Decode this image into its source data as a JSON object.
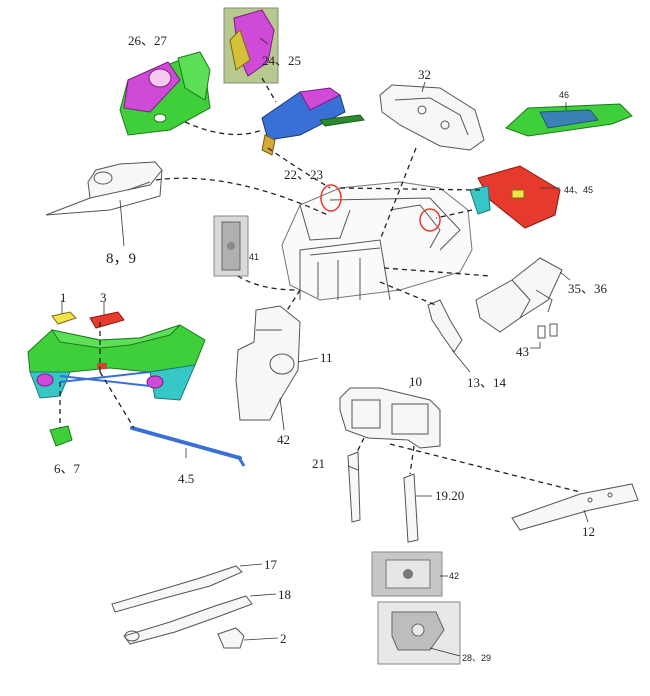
{
  "colors": {
    "green": "#3fcf3a",
    "magenta": "#d04ad8",
    "blue": "#3a6fd6",
    "red": "#e63a2e",
    "yellow": "#f2e24a",
    "teal": "#38c7c7",
    "outline": "#555555"
  },
  "labels": {
    "l_26_27": "26、27",
    "l_24_25": "24、25",
    "l_22_23": "22、23",
    "l_32": "32",
    "l_46": "46",
    "l_44_45": "44、45",
    "l_8_9": "8，9",
    "l_41": "41",
    "l_35_36": "35、36",
    "l_1": "1",
    "l_3": "3",
    "l_43": "43",
    "l_11": "11",
    "l_13_14": "13、14",
    "l_10": "10",
    "l_42a": "42",
    "l_6_7": "6、7",
    "l_4_5": "4.5",
    "l_21": "21",
    "l_19_20": "19.20",
    "l_12": "12",
    "l_17": "17",
    "l_18": "18",
    "l_42b": "42",
    "l_2": "2",
    "l_28_29": "28、29"
  }
}
